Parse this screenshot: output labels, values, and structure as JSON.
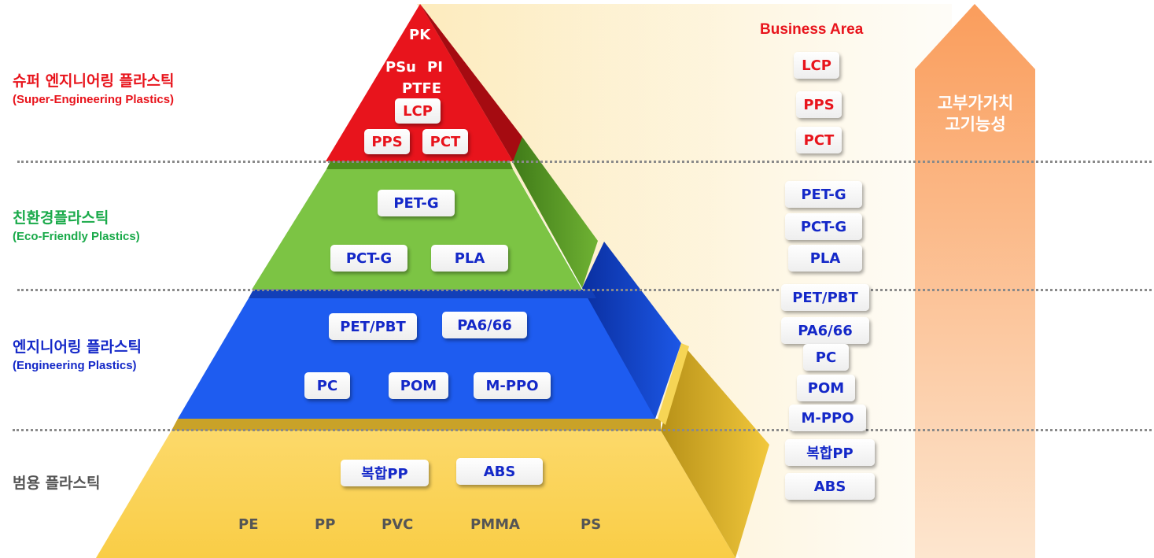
{
  "tiers": {
    "super": {
      "title": "슈퍼 엔지니어링 플라스틱",
      "subtitle": "(Super-Engineering Plastics)",
      "color": "#e8141c"
    },
    "eco": {
      "title": "친환경플라스틱",
      "subtitle": "(Eco-Friendly Plastics)",
      "color": "#1aaa4a"
    },
    "engineering": {
      "title": "엔지니어링 플라스틱",
      "subtitle": "(Engineering Plastics)",
      "color": "#1428c8"
    },
    "general": {
      "title": "범용 플라스틱",
      "color": "#555555"
    }
  },
  "pyramid": {
    "super_plain": [
      "PK",
      "PSu",
      "PI",
      "PTFE"
    ],
    "super_chips": [
      "LCP",
      "PPS",
      "PCT"
    ],
    "eco_chips": [
      "PET-G",
      "PCT-G",
      "PLA"
    ],
    "engineering_chips": [
      "PET/PBT",
      "PA6/66",
      "PC",
      "POM",
      "M-PPO"
    ],
    "general_chips": [
      "복합PP",
      "ABS"
    ],
    "general_plain": [
      "PE",
      "PP",
      "PVC",
      "PMMA",
      "PS"
    ]
  },
  "business_area": {
    "title": "Business Area",
    "red_items": [
      "LCP",
      "PPS",
      "PCT"
    ],
    "blue_items": [
      "PET-G",
      "PCT-G",
      "PLA",
      "PET/PBT",
      "PA6/66",
      "PC",
      "POM",
      "M-PPO",
      "복합PP",
      "ABS"
    ]
  },
  "arrow": {
    "line1": "고부가가치",
    "line2": "고기능성"
  },
  "colors": {
    "red_tier": "#e8141c",
    "green_tier": "#7cc444",
    "blue_tier": "#1e5cf0",
    "yellow_tier": "#fcd35a",
    "arrow": "#fbb07a"
  }
}
